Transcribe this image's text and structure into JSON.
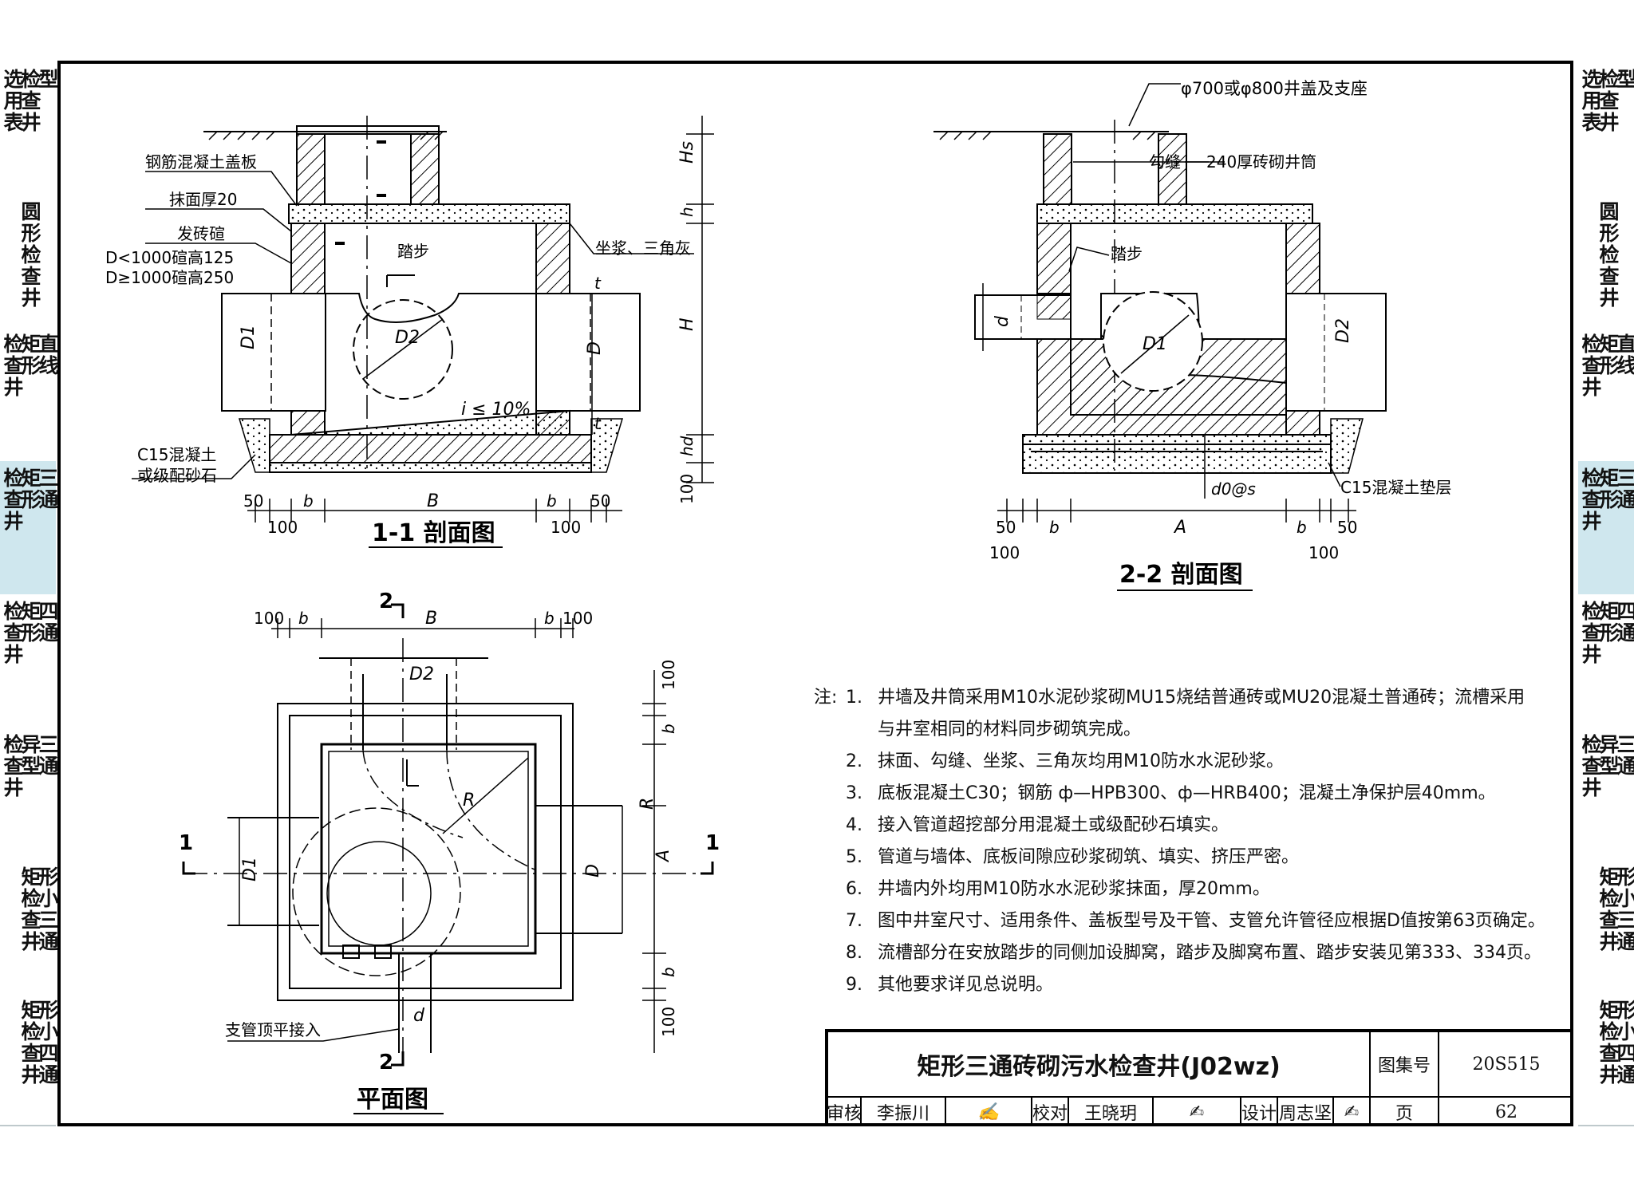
{
  "left_tabs": [
    {
      "lines": [
        "检",
        "查",
        "选用",
        "表井",
        "型"
      ],
      "cols": [
        "选用表",
        "检查井",
        "型"
      ],
      "active": false
    },
    {
      "cols": [
        "圆形",
        "检查",
        "井"
      ],
      "text": "圆形检查井",
      "active": false
    },
    {
      "text": "矩形直线检查井",
      "active": false
    },
    {
      "text": "矩形三通检查井",
      "active": true
    },
    {
      "text": "矩形四通检查井",
      "active": false
    },
    {
      "text": "异型三通检查井",
      "active": false
    },
    {
      "text": "矩形小三通检查井",
      "active": false
    },
    {
      "text": "矩形小四通检查井",
      "active": false
    }
  ],
  "tabs": [
    {
      "c1": "选用表",
      "c2": "检查井",
      "c3": "型",
      "active": false
    },
    {
      "c1": "",
      "c2": "圆形检查井",
      "c3": "",
      "active": false
    },
    {
      "c1": "检查井",
      "c2": "矩形",
      "c3": "直线",
      "active": false
    },
    {
      "c1": "检查井",
      "c2": "矩形",
      "c3": "三通",
      "active": true
    },
    {
      "c1": "检查井",
      "c2": "矩形",
      "c3": "四通",
      "active": false
    },
    {
      "c1": "检查井",
      "c2": "异型",
      "c3": "三通",
      "active": false
    },
    {
      "c1": "",
      "c2": "矩检查井",
      "c3": "形小三通",
      "active": false
    },
    {
      "c1": "",
      "c2": "矩检查井",
      "c3": "形小四通",
      "active": false
    }
  ],
  "section11": {
    "title": "1-1 剖面图",
    "labels": {
      "cover_slab": "钢筋混凝土盖板",
      "plaster": "抹面厚20",
      "arch": "发砖碹",
      "arch_small": "D<1000碹高125",
      "arch_large": "D≥1000碹高250",
      "step": "踏步",
      "mortar": "坐浆、三角灰",
      "slope": "i ≤ 10%",
      "concrete": "C15混凝土",
      "gravel": "或级配砂石",
      "d1": "D1",
      "d2": "D2",
      "d": "D",
      "hs": "Hs",
      "h": "h",
      "H": "H",
      "hd": "hd",
      "t": "t",
      "b": "b",
      "B": "B",
      "n50": "50",
      "n100": "100"
    }
  },
  "section22": {
    "title": "2-2 剖面图",
    "labels": {
      "cover": "φ700或φ800井盖及支座",
      "joint": "勾缝",
      "brick": "240厚砖砌井筒",
      "step": "踏步",
      "d": "d",
      "d1": "D1",
      "d2": "D2",
      "rebar": "d0@s",
      "pad": "C15混凝土垫层",
      "A": "A",
      "b": "b",
      "n50": "50",
      "n100": "100"
    }
  },
  "plan": {
    "title": "平面图",
    "labels": {
      "sec2": "2",
      "sec1": "1",
      "B": "B",
      "b": "b",
      "n100": "100",
      "d2": "D2",
      "d1": "D1",
      "D": "D",
      "R": "R",
      "A": "A",
      "d": "d",
      "branch": "支管顶平接入"
    }
  },
  "notes": {
    "head": "注:",
    "items": [
      {
        "num": "1.",
        "text": "井墙及井筒采用M10水泥砂浆砌MU15烧结普通砖或MU20混凝土普通砖；流槽采用"
      },
      {
        "num": "",
        "text": "与井室相同的材料同步砌筑完成。"
      },
      {
        "num": "2.",
        "text": "抹面、勾缝、坐浆、三角灰均用M10防水水泥砂浆。"
      },
      {
        "num": "3.",
        "text": "底板混凝土C30；钢筋 ф—HPB300、ф—HRB400；混凝土净保护层40mm。"
      },
      {
        "num": "4.",
        "text": "接入管道超挖部分用混凝土或级配砂石填实。"
      },
      {
        "num": "5.",
        "text": "管道与墙体、底板间隙应砂浆砌筑、填实、挤压严密。"
      },
      {
        "num": "6.",
        "text": "井墙内外均用M10防水水泥砂浆抹面，厚20mm。"
      },
      {
        "num": "7.",
        "text": "图中井室尺寸、适用条件、盖板型号及干管、支管允许管径应根据D值按第63页确定。"
      },
      {
        "num": "8.",
        "text": "流槽部分在安放踏步的同侧加设脚窝，踏步及脚窝布置、踏步安装见第333、334页。"
      },
      {
        "num": "9.",
        "text": "其他要求详见总说明。"
      }
    ]
  },
  "title_block": {
    "title": "矩形三通砖砌污水检查井(J02wz)",
    "atlas_label": "图集号",
    "atlas_no": "20S515",
    "review_label": "审核",
    "reviewer": "李振川",
    "check_label": "校对",
    "checker": "王晓玥",
    "design_label": "设计",
    "designer": "周志坚",
    "page_label": "页",
    "page_no": "62"
  }
}
